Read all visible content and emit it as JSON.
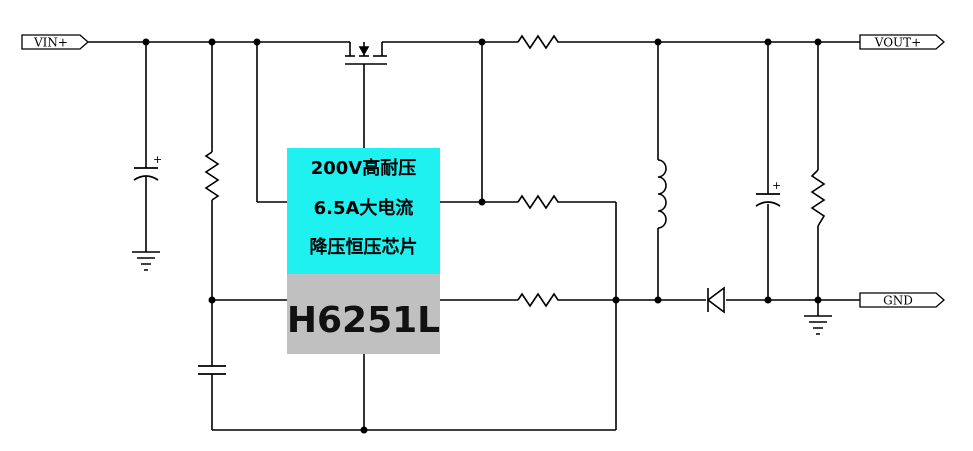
{
  "ports": {
    "vin": "VIN+",
    "vout": "VOUT+",
    "gnd": "GND"
  },
  "chip": {
    "line1": "200V高耐压",
    "line2": "6.5A大电流",
    "line3": "降压恒压芯片",
    "part_number": "H6251L"
  },
  "polarity_mark": "+",
  "colors": {
    "chip_top": "#1ff0f0",
    "chip_bottom": "#c0c0c0",
    "wire": "#000000"
  }
}
